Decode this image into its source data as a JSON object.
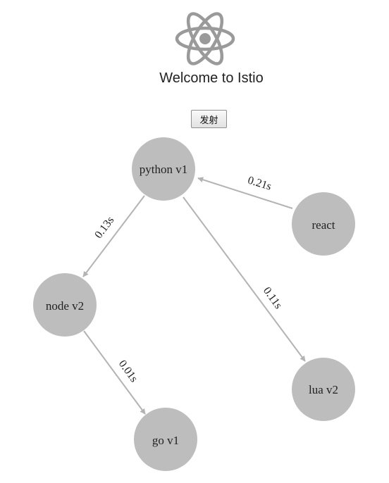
{
  "header": {
    "logo_icon": "react-atom-icon",
    "title": "Welcome to Istio"
  },
  "toolbar": {
    "fire_label": "发射"
  },
  "graph": {
    "nodes": [
      {
        "id": "python",
        "label": "python v1"
      },
      {
        "id": "react",
        "label": "react"
      },
      {
        "id": "node",
        "label": "node v2"
      },
      {
        "id": "lua",
        "label": "lua v2"
      },
      {
        "id": "go",
        "label": "go v1"
      }
    ],
    "edges": [
      {
        "from": "react",
        "to": "python",
        "label": "0.21s"
      },
      {
        "from": "python",
        "to": "node",
        "label": "0.13s"
      },
      {
        "from": "python",
        "to": "lua",
        "label": "0.11s"
      },
      {
        "from": "node",
        "to": "go",
        "label": "0.01s"
      }
    ],
    "colors": {
      "node_fill": "#bdbdbd",
      "edge": "#b3b3b3",
      "logo": "#9a9a9a"
    }
  }
}
